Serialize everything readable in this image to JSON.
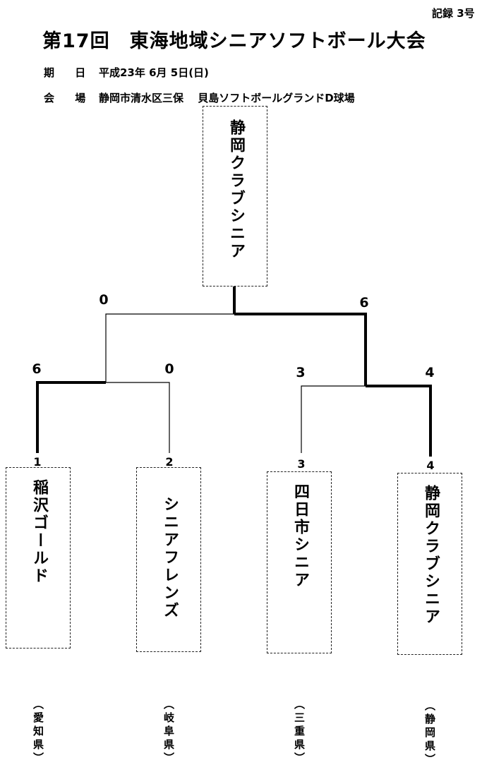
{
  "header": {
    "record_label": "記録 3号",
    "title": "第17回　東海地域シニアソフトボール大会",
    "date_label": "期 日",
    "date_value": "平成23年 6月 5日(日)",
    "venue_label": "会 場",
    "venue_value": "静岡市清水区三保　 貝島ソフトボールグランドD球場"
  },
  "bracket": {
    "champion": "静岡クラブシニア",
    "final_scores": {
      "left": "0",
      "right": "6"
    },
    "semifinal_left_scores": {
      "left": "6",
      "right": "0"
    },
    "semifinal_right_scores": {
      "left": "3",
      "right": "4"
    },
    "teams": [
      {
        "seed": "1",
        "name": "稲沢ゴールド",
        "prefecture": "（愛知県）"
      },
      {
        "seed": "2",
        "name": "シニアフレンズ",
        "prefecture": "（岐阜県）"
      },
      {
        "seed": "3",
        "name": "四日市シニア",
        "prefecture": "（三重県）"
      },
      {
        "seed": "4",
        "name": "静岡クラブシニア",
        "prefecture": "（静岡県）"
      }
    ]
  }
}
